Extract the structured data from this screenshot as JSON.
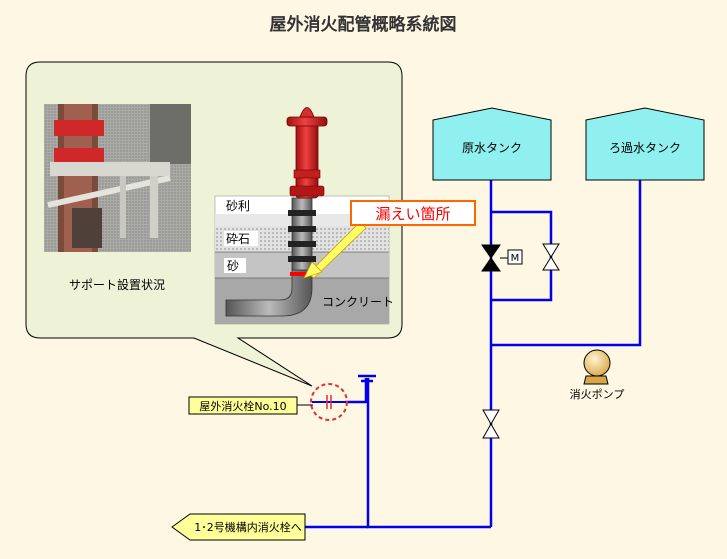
{
  "title": "屋外消火配管概略系統図",
  "photo_caption": "サポート設置状況",
  "layers": {
    "gravel": "砂利",
    "crushed_stone": "砕石",
    "sand": "砂",
    "concrete": "コンクリート"
  },
  "leak_label": "漏えい箇所",
  "tanks": {
    "raw_water": "原水タンク",
    "filtered_water": "ろ過水タンク"
  },
  "valve_motor_label": "M",
  "pump_label": "消火ポンプ",
  "hydrant_label": "屋外消火栓No.10",
  "destination_label": "1･2号機構内消火栓へ",
  "colors": {
    "background": "#fdf7e4",
    "pipe": "#0000ee",
    "tank_fill": "#8ff0ef",
    "callout_fill": "#eef2d6",
    "label_fill": "#ffff99",
    "hydrant_red": "#e03030",
    "leak_marker": "#ff0000",
    "leak_callout_border": "#ff6600"
  }
}
